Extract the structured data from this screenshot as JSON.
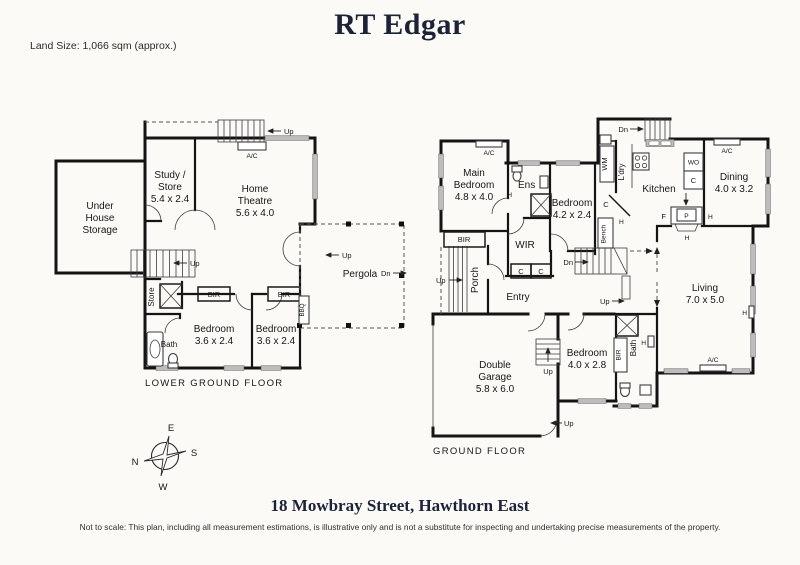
{
  "header": {
    "brand": "RT Edgar",
    "land_size": "Land Size: 1,066 sqm (approx.)"
  },
  "footer": {
    "address": "18 Mowbray Street, Hawthorn East",
    "disclaimer": "Not to scale: This plan, including all measurement estimations, is illustrative only and is not a substitute for inspecting and undertaking precise measurements of the property."
  },
  "compass": {
    "n": "N",
    "e": "E",
    "s": "S",
    "w": "W"
  },
  "shared": {
    "up": "Up",
    "dn": "Dn",
    "ac": "A/C",
    "bir": "BIR",
    "wir": "WIR",
    "ens": "Ens",
    "bath": "Bath",
    "store": "Store",
    "bbq": "BBQ",
    "bench": "Bench",
    "wm": "WM",
    "ldry": "L'dry",
    "wo": "WO",
    "c": "C",
    "h": "H",
    "f": "F",
    "p": "P"
  },
  "lower_floor": {
    "title": "LOWER GROUND FLOOR",
    "under_house": [
      "Under",
      "House",
      "Storage"
    ],
    "study": [
      "Study /",
      "Store",
      "5.4 x 2.4"
    ],
    "theatre": [
      "Home",
      "Theatre",
      "5.6 x 4.0"
    ],
    "bedroom_left": [
      "Bedroom",
      "3.6 x 2.4"
    ],
    "bedroom_right": [
      "Bedroom",
      "3.6 x 2.4"
    ],
    "pergola": "Pergola"
  },
  "ground_floor": {
    "title": "GROUND FLOOR",
    "main_bedroom": [
      "Main",
      "Bedroom",
      "4.8 x 4.0"
    ],
    "bedroom_mid": [
      "Bedroom",
      "4.2 x 2.4"
    ],
    "kitchen": "Kitchen",
    "dining": [
      "Dining",
      "4.0 x 3.2"
    ],
    "living": [
      "Living",
      "7.0 x 5.0"
    ],
    "entry": "Entry",
    "porch": "Porch",
    "garage": [
      "Double",
      "Garage",
      "5.8 x 6.0"
    ],
    "bedroom_lower": [
      "Bedroom",
      "4.0 x 2.8"
    ]
  }
}
